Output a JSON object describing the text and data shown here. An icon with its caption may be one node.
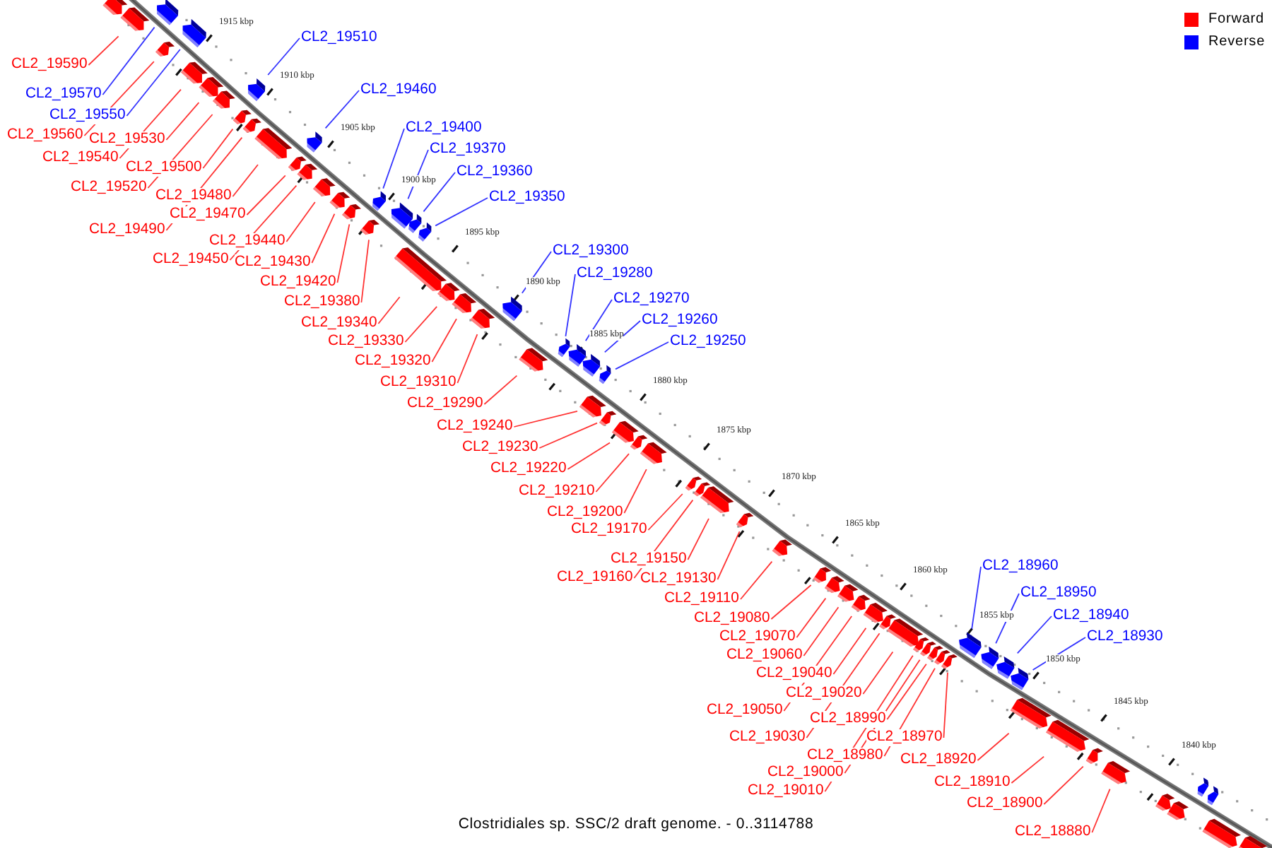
{
  "diagram": {
    "caption": "Clostridiales sp. SSC/2 draft genome. - 0..3114788",
    "nodes": [
      {
        "text": [],
        "shape": "arrow"
      },
      {
        "text": [
          "CL2_19590"
        ]
      },
      {
        "text": [],
        "shape": "arrow"
      },
      {
        "text": [
          "CL2_19570"
        ]
      },
      {
        "text": [],
        "shape": "arrow"
      },
      {
        "text": [
          "CL2_19560"
        ]
      },
      {
        "text": [],
        "shape": "arrow"
      },
      {
        "text": [
          "CL2_19550"
        ]
      },
      {
        "text": [],
        "shape": "arrow"
      },
      {
        "text": [
          "CL2_19540"
        ]
      },
      {
        "text": [],
        "shape": "arrow"
      },
      {
        "text": [
          "CL2_19530"
        ]
      },
      {
        "text": [],
        "shape": "arrow"
      },
      {
        "text": [
          "CL2_19520"
        ]
      },
      {
        "text": [],
        "shape": "arrow"
      },
      {
        "text": [
          "CL2_19510"
        ]
      },
      {
        "text": [],
        "shape": "arrow"
      },
      {
        "text": [
          "CL2_19500"
        ]
      },
      {
        "text": [],
        "shape": "arrow"
      },
      {
        "text": [
          "CL2_19490"
        ]
      },
      {
        "text": [],
        "shape": "arrow"
      },
      {
        "text": [
          "CL2_19480"
        ]
      },
      {
        "text": [],
        "shape": "arrow"
      },
      {
        "text": [
          "CL2_19470"
        ]
      },
      {
        "text": [],
        "shape": "arrow"
      },
      {
        "text": [
          "CL2_19460"
        ]
      },
      {
        "text": [],
        "shape": "arrow"
      },
      {
        "text": [
          "CL2_19450"
        ]
      },
      {
        "text": [],
        "shape": "arrow"
      },
      {
        "text": [
          "CL2_19440"
        ]
      },
      {
        "text": [],
        "shape": "arrow"
      },
      {
        "text": [
          "CL2_19430"
        ]
      },
      {
        "text": [],
        "shape": "arrow"
      },
      {
        "text": [
          "CL2_19420"
        ]
      },
      {
        "text": [],
        "shape": "arrow"
      },
      {
        "text": [
          "CL2_19400"
        ]
      },
      {
        "text": [],
        "shape": "arrow"
      },
      {
        "text": [
          "CL2_19380"
        ]
      },
      {
        "text": [],
        "shape": "arrow"
      },
      {
        "text": [
          "CL2_19370"
        ]
      },
      {
        "text": [],
        "shape": "arrow"
      },
      {
        "text": [
          "CL2_19360"
        ]
      },
      {
        "text": [],
        "shape": "arrow"
      },
      {
        "text": [
          "CL2_19350"
        ]
      },
      {
        "text": [],
        "shape": "arrow"
      },
      {
        "text": [
          "CL2_19340"
        ]
      },
      {
        "text": [],
        "shape": "arrow"
      },
      {
        "text": [
          "CL2_19330"
        ]
      },
      {
        "text": [],
        "shape": "arrow"
      },
      {
        "text": [
          "CL2_19320"
        ]
      },
      {
        "text": [],
        "shape": "arrow"
      },
      {
        "text": [
          "CL2_19310"
        ]
      },
      {
        "text": [],
        "shape": "arrow"
      },
      {
        "text": [
          "CL2_19300"
        ]
      },
      {
        "text": [],
        "shape": "arrow"
      },
      {
        "text": [
          "CL2_19290"
        ]
      },
      {
        "text": [],
        "shape": "arrow"
      },
      {
        "text": [
          "CL2_19280"
        ]
      },
      {
        "text": [],
        "shape": "arrow"
      },
      {
        "text": [
          "CL2_19270"
        ]
      },
      {
        "text": [],
        "shape": "arrow"
      },
      {
        "text": [
          "CL2_19260"
        ]
      },
      {
        "text": [],
        "shape": "arrow"
      },
      {
        "text": [
          "CL2_19250"
        ]
      },
      {
        "text": [],
        "shape": "arrow"
      },
      {
        "text": [
          "CL2_19240"
        ]
      },
      {
        "text": [],
        "shape": "arrow"
      },
      {
        "text": [
          "CL2_19230"
        ]
      },
      {
        "text": [],
        "shape": "arrow"
      },
      {
        "text": [
          "CL2_19220"
        ]
      },
      {
        "text": [],
        "shape": "arrow"
      },
      {
        "text": [
          "CL2_19210"
        ]
      },
      {
        "text": [],
        "shape": "arrow"
      },
      {
        "text": [
          "CL2_19200"
        ]
      },
      {
        "text": [],
        "shape": "arrow"
      },
      {
        "text": [
          "CL2_19170"
        ]
      },
      {
        "text": [],
        "shape": "arrow"
      },
      {
        "text": [
          "CL2_19160"
        ]
      },
      {
        "text": [],
        "shape": "arrow"
      },
      {
        "text": [
          "CL2_19150"
        ]
      },
      {
        "text": [],
        "shape": "arrow"
      },
      {
        "text": [
          "CL2_19130"
        ]
      },
      {
        "text": [],
        "shape": "arrow"
      },
      {
        "text": [
          "CL2_19110"
        ]
      },
      {
        "text": [],
        "shape": "arrow"
      },
      {
        "text": [
          "CL2_19080"
        ]
      },
      {
        "text": [],
        "shape": "arrow"
      },
      {
        "text": [
          "CL2_19070"
        ]
      },
      {
        "text": [],
        "shape": "arrow"
      },
      {
        "text": [
          "CL2_19060"
        ]
      },
      {
        "text": [],
        "shape": "arrow"
      },
      {
        "text": [
          "CL2_19050"
        ]
      },
      {
        "text": [],
        "shape": "arrow"
      },
      {
        "text": [
          "CL2_19040"
        ]
      },
      {
        "text": [],
        "shape": "arrow"
      },
      {
        "text": [
          "CL2_19030"
        ]
      },
      {
        "text": [],
        "shape": "arrow"
      },
      {
        "text": [
          "CL2_19020"
        ]
      },
      {
        "text": [],
        "shape": "arrow"
      },
      {
        "text": [
          "CL2_19010"
        ]
      },
      {
        "text": [],
        "shape": "arrow"
      },
      {
        "text": [
          "CL2_19000"
        ]
      },
      {
        "text": [],
        "shape": "arrow"
      },
      {
        "text": [
          "CL2_18990"
        ]
      },
      {
        "text": [],
        "shape": "arrow"
      },
      {
        "text": [
          "CL2_18980"
        ]
      },
      {
        "text": [],
        "shape": "arrow"
      },
      {
        "text": [
          "CL2_18970"
        ]
      },
      {
        "text": [],
        "shape": "arrow"
      },
      {
        "text": [
          "CL2_18960"
        ]
      },
      {
        "text": [],
        "shape": "arrow"
      },
      {
        "text": [
          "CL2_18950"
        ]
      },
      {
        "text": [],
        "shape": "arrow"
      },
      {
        "text": [
          "CL2_18940"
        ]
      },
      {
        "text": [],
        "shape": "arrow"
      },
      {
        "text": [
          "CL2_18930"
        ]
      },
      {
        "text": [],
        "shape": "arrow"
      },
      {
        "text": [
          "CL2_18920"
        ]
      },
      {
        "text": [],
        "shape": "arrow"
      },
      {
        "text": [
          "CL2_18910"
        ]
      },
      {
        "text": [],
        "shape": "arrow"
      },
      {
        "text": [
          "CL2_18900"
        ]
      },
      {
        "text": [],
        "shape": "arrow"
      },
      {
        "text": [
          "CL2_18880"
        ]
      },
      {
        "text": [],
        "shape": "arrow"
      },
      {
        "text": [],
        "shape": "arrow"
      },
      {
        "text": [],
        "shape": "arrow"
      },
      {
        "text": [],
        "shape": "arrow"
      },
      {
        "text": [],
        "shape": "arrow"
      },
      {
        "text": [],
        "shape": "arrow"
      },
      {
        "text": [],
        "shape": "arrow"
      }
    ],
    "edges": [
      {
        "from": 1,
        "to": 2,
        "arrow": "none"
      },
      {
        "from": 3,
        "to": 4,
        "arrow": "none",
        "color": "#0000ff"
      },
      {
        "from": 5,
        "to": 6,
        "arrow": "none"
      },
      {
        "from": 7,
        "to": 8,
        "arrow": "none",
        "color": "#0000ff"
      },
      {
        "from": 9,
        "to": 10,
        "arrow": "none"
      },
      {
        "from": 11,
        "to": 12,
        "arrow": "none"
      },
      {
        "from": 13,
        "to": 14,
        "arrow": "none"
      },
      {
        "from": 15,
        "to": 16,
        "arrow": "none",
        "color": "#0000ff"
      },
      {
        "from": 17,
        "to": 18,
        "arrow": "none"
      },
      {
        "from": 19,
        "to": 20,
        "arrow": "none"
      },
      {
        "from": 21,
        "to": 22,
        "arrow": "none"
      },
      {
        "from": 23,
        "to": 24,
        "arrow": "none"
      },
      {
        "from": 25,
        "to": 26,
        "arrow": "none",
        "color": "#0000ff"
      },
      {
        "from": 27,
        "to": 28,
        "arrow": "none"
      },
      {
        "from": 29,
        "to": 30,
        "arrow": "none"
      },
      {
        "from": 31,
        "to": 32,
        "arrow": "none"
      },
      {
        "from": 33,
        "to": 34,
        "arrow": "none"
      },
      {
        "from": 35,
        "to": 36,
        "arrow": "none",
        "color": "#0000ff"
      },
      {
        "from": 37,
        "to": 38,
        "arrow": "none"
      },
      {
        "from": 39,
        "to": 40,
        "arrow": "none",
        "color": "#0000ff"
      },
      {
        "from": 41,
        "to": 42,
        "arrow": "none",
        "color": "#0000ff"
      },
      {
        "from": 43,
        "to": 44,
        "arrow": "none",
        "color": "#0000ff"
      },
      {
        "from": 45,
        "to": 46,
        "arrow": "none"
      },
      {
        "from": 47,
        "to": 48,
        "arrow": "none"
      },
      {
        "from": 49,
        "to": 50,
        "arrow": "none"
      },
      {
        "from": 51,
        "to": 52,
        "arrow": "none"
      },
      {
        "from": 53,
        "to": 54,
        "arrow": "none",
        "color": "#0000ff"
      },
      {
        "from": 55,
        "to": 56,
        "arrow": "none"
      },
      {
        "from": 57,
        "to": 58,
        "arrow": "none",
        "color": "#0000ff"
      },
      {
        "from": 59,
        "to": 60,
        "arrow": "none",
        "color": "#0000ff"
      },
      {
        "from": 61,
        "to": 62,
        "arrow": "none",
        "color": "#0000ff"
      },
      {
        "from": 63,
        "to": 64,
        "arrow": "none",
        "color": "#0000ff"
      },
      {
        "from": 65,
        "to": 66,
        "arrow": "none"
      },
      {
        "from": 67,
        "to": 68,
        "arrow": "none"
      },
      {
        "from": 69,
        "to": 70,
        "arrow": "none"
      },
      {
        "from": 71,
        "to": 72,
        "arrow": "none"
      },
      {
        "from": 73,
        "to": 74,
        "arrow": "none"
      },
      {
        "from": 75,
        "to": 76,
        "arrow": "none"
      },
      {
        "from": 77,
        "to": 78,
        "arrow": "none"
      },
      {
        "from": 79,
        "to": 80,
        "arrow": "none"
      },
      {
        "from": 81,
        "to": 82,
        "arrow": "none"
      },
      {
        "from": 83,
        "to": 84,
        "arrow": "none"
      },
      {
        "from": 85,
        "to": 86,
        "arrow": "none"
      },
      {
        "from": 87,
        "to": 88,
        "arrow": "none"
      },
      {
        "from": 89,
        "to": 90,
        "arrow": "none"
      },
      {
        "from": 91,
        "to": 92,
        "arrow": "none"
      },
      {
        "from": 93,
        "to": 94,
        "arrow": "none"
      },
      {
        "from": 95,
        "to": 96,
        "arrow": "none"
      },
      {
        "from": 97,
        "to": 98,
        "arrow": "none"
      },
      {
        "from": 99,
        "to": 100,
        "arrow": "none"
      },
      {
        "from": 101,
        "to": 102,
        "arrow": "none"
      },
      {
        "from": 103,
        "to": 104,
        "arrow": "none"
      },
      {
        "from": 105,
        "to": 106,
        "arrow": "none"
      },
      {
        "from": 107,
        "to": 108,
        "arrow": "none"
      },
      {
        "from": 109,
        "to": 110,
        "arrow": "none",
        "color": "#0000ff"
      },
      {
        "from": 111,
        "to": 112,
        "arrow": "none",
        "color": "#0000ff"
      },
      {
        "from": 113,
        "to": 114,
        "arrow": "none",
        "color": "#0000ff"
      },
      {
        "from": 115,
        "to": 116,
        "arrow": "none",
        "color": "#0000ff"
      },
      {
        "from": 117,
        "to": 118,
        "arrow": "none"
      },
      {
        "from": 119,
        "to": 120,
        "arrow": "none"
      },
      {
        "from": 121,
        "to": 122,
        "arrow": "none"
      },
      {
        "from": 123,
        "to": 124,
        "arrow": "none"
      }
    ],
    "labels": [
      "1915 kbp",
      "1910 kbp",
      "1905 kbp",
      "1900 kbp",
      "1895 kbp",
      "1890 kbp",
      "1885 kbp",
      "1880 kbp",
      "1875 kbp",
      "1870 kbp",
      "1865 kbp",
      "1860 kbp",
      "1855 kbp",
      "1850 kbp",
      "1845 kbp",
      "1840 kbp"
    ],
    "legend": [
      {
        "text": "Forward",
        "color": "#ff0000"
      },
      {
        "text": "Reverse",
        "color": "#0000ff"
      }
    ]
  }
}
